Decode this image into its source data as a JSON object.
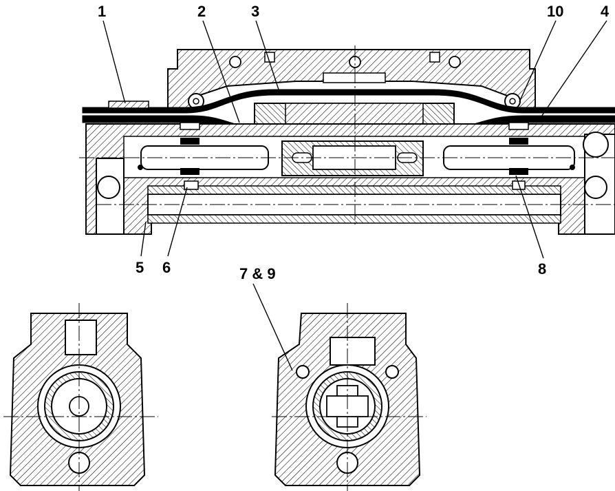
{
  "callouts": {
    "c1": "1",
    "c2": "2",
    "c3": "3",
    "c10": "10",
    "c4": "4",
    "c5": "5",
    "c6": "6",
    "c79": "7 & 9",
    "c8": "8"
  },
  "colors": {
    "ink": "#000000",
    "paper": "#ffffff"
  }
}
